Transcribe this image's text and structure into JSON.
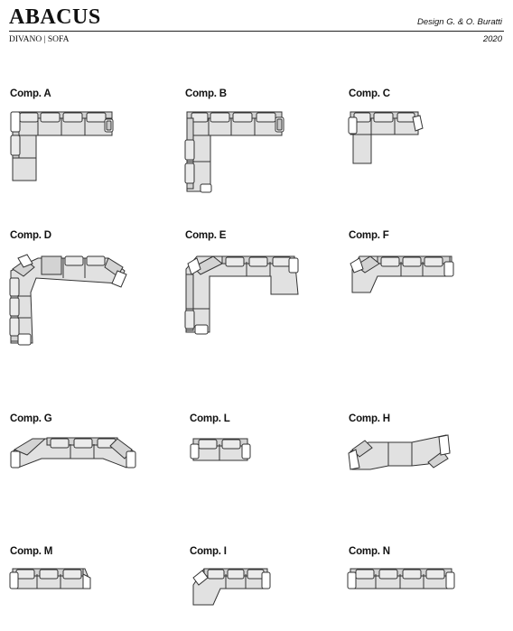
{
  "header": {
    "title": "ABACUS",
    "designer": "Design G. & O. Buratti",
    "subtitle": "DIVANO | SOFA",
    "year": "2020"
  },
  "compositions": [
    {
      "id": "A",
      "label": "Comp. A"
    },
    {
      "id": "B",
      "label": "Comp. B"
    },
    {
      "id": "C",
      "label": "Comp. C"
    },
    {
      "id": "D",
      "label": "Comp. D"
    },
    {
      "id": "E",
      "label": "Comp. E"
    },
    {
      "id": "F",
      "label": "Comp. F"
    },
    {
      "id": "G",
      "label": "Comp. G"
    },
    {
      "id": "L",
      "label": "Comp. L"
    },
    {
      "id": "H",
      "label": "Comp. H"
    },
    {
      "id": "M",
      "label": "Comp. M"
    },
    {
      "id": "I",
      "label": "Comp. I"
    },
    {
      "id": "N",
      "label": "Comp. N"
    }
  ]
}
